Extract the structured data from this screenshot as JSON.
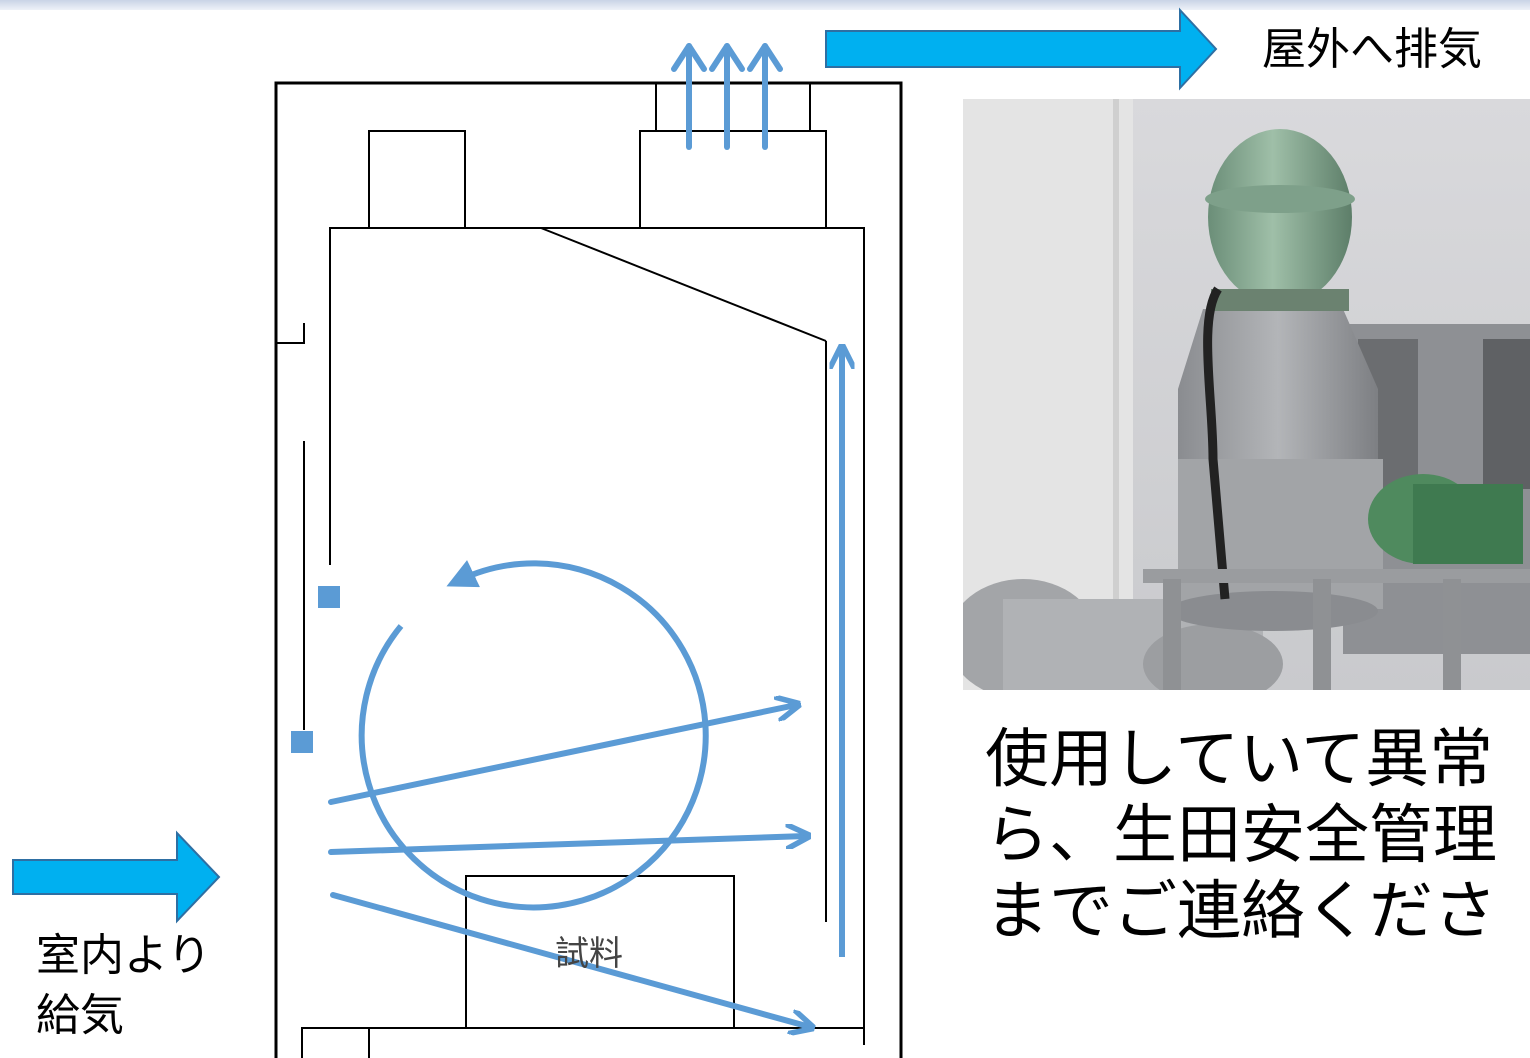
{
  "labels": {
    "exhaust": "屋外へ排気",
    "supply": "室内より\n給気",
    "sample": "試料"
  },
  "notice": "使用していて異常\nら、生田安全管理\nまでご連絡くださ",
  "photo": {
    "subject": "rooftop-exhaust-fan-with-green-dome-hood"
  },
  "colors": {
    "flow_arrow": "#5b9bd5",
    "duct_arrow": "#00b0f0",
    "outline": "#000000"
  }
}
